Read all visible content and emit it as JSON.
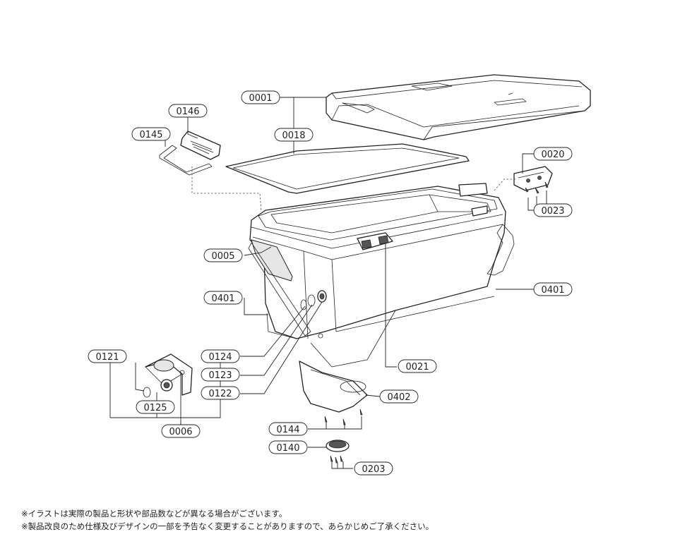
{
  "parts": {
    "p0001": "0001",
    "p0018": "0018",
    "p0146": "0146",
    "p0145": "0145",
    "p0020": "0020",
    "p0023": "0023",
    "p0005": "0005",
    "p0401_left": "0401",
    "p0401_right": "0401",
    "p0121": "0121",
    "p0124": "0124",
    "p0123": "0123",
    "p0122": "0122",
    "p0125": "0125",
    "p0006": "0006",
    "p0021": "0021",
    "p0402": "0402",
    "p0144": "0144",
    "p0140": "0140",
    "p0203": "0203"
  },
  "notes": {
    "line1": "※イラストは実際の製品と形状や部品数などが異なる場合がございます。",
    "line2": "※製品改良のため仕様及びデザインの一部を予告なく変更することがありますので、あらかじめご了承ください。"
  }
}
